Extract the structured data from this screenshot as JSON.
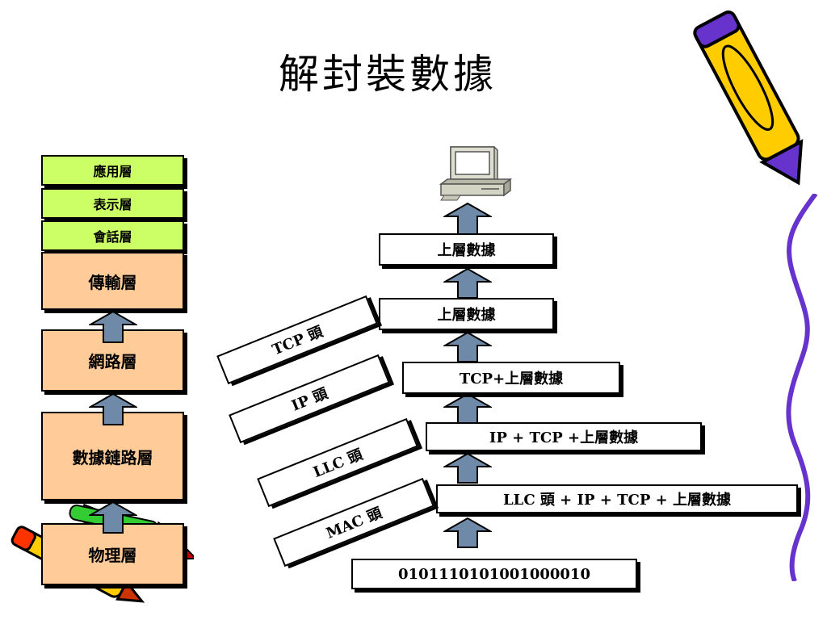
{
  "title": "解封裝數據",
  "layers": {
    "application": "應用層",
    "presentation": "表示層",
    "session": "會話層",
    "transport": "傳輸層",
    "network": "網路層",
    "datalink": "數據鏈路層",
    "physical": "物理層"
  },
  "data_stack": {
    "top": "上層數據",
    "transport_data": "上層數據",
    "network_data": "TCP+上層數據",
    "llc_data": "IP + TCP +上層數據",
    "mac_data": "LLC 頭 + IP + TCP + 上層數據",
    "bits": "0101110101001000010"
  },
  "headers": {
    "tcp": "TCP 頭",
    "ip": "IP 頭",
    "llc": "LLC 頭",
    "mac": "MAC 頭"
  },
  "icons": [
    "computer-icon",
    "arrow-up-icon",
    "pencil-icon",
    "crayon-icon"
  ],
  "colors": {
    "upper_layers": "#ccff66",
    "lower_layers": "#ffcc99",
    "arrow": "#6f8aa8",
    "pencil_yellow": "#ffcc00",
    "pencil_purple": "#6633cc"
  }
}
